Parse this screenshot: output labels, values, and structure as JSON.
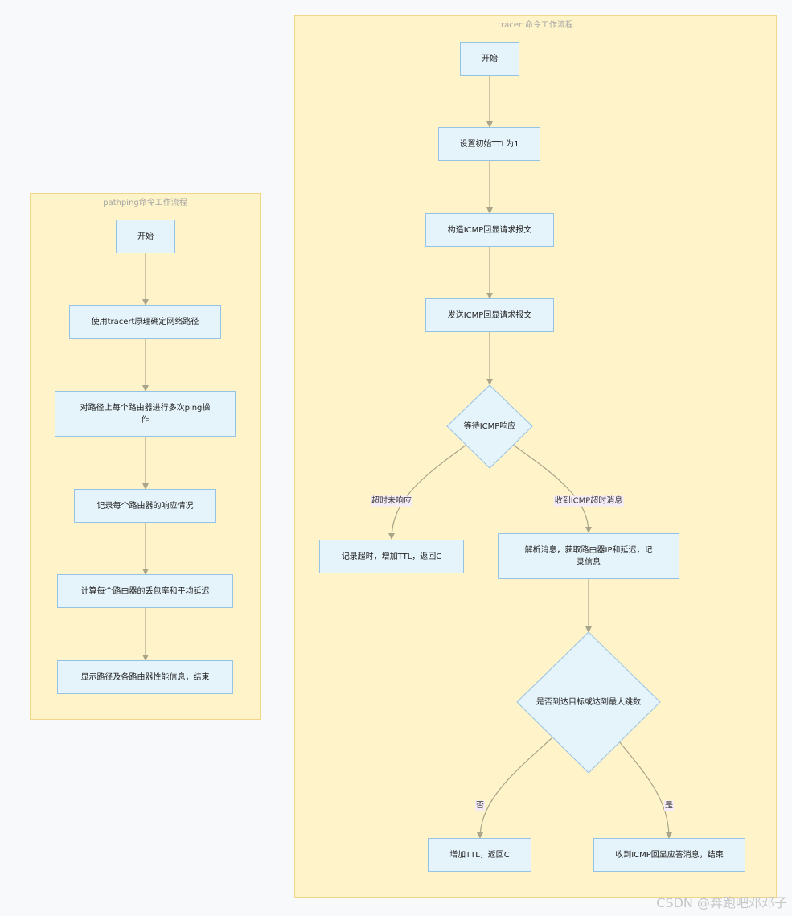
{
  "pathping": {
    "title": "pathping命令工作流程",
    "start": "开始",
    "step1": "使用tracert原理确定网络路径",
    "step2_line1": "对路径上每个路由器进行多次ping操",
    "step2_line2": "作",
    "step3": "记录每个路由器的响应情况",
    "step4": "计算每个路由器的丢包率和平均延迟",
    "step5": "显示路径及各路由器性能信息，结束"
  },
  "tracert": {
    "title": "tracert命令工作流程",
    "start": "开始",
    "set_ttl": "设置初始TTL为1",
    "build": "构造ICMP回显请求报文",
    "send": "发送ICMP回显请求报文",
    "wait": "等待ICMP响应",
    "label_timeout": "超时未响应",
    "label_received": "收到ICMP超时消息",
    "record_timeout": "记录超时，增加TTL，返回C",
    "parse_line1": "解析消息，获取路由器IP和延迟，记",
    "parse_line2": "录信息",
    "check": "是否到达目标或达到最大跳数",
    "label_no": "否",
    "label_yes": "是",
    "increase": "增加TTL，返回C",
    "end": "收到ICMP回显应答消息，结束"
  },
  "watermark": "CSDN @奔跑吧邓邓子",
  "colors": {
    "cluster_fill": "#fff4c9",
    "cluster_border": "#f3d58a",
    "node_fill": "#e5f3fb",
    "node_border": "#96c2e6",
    "edge": "#a9a58a",
    "edge_label_bg": "#f5ecf8"
  }
}
